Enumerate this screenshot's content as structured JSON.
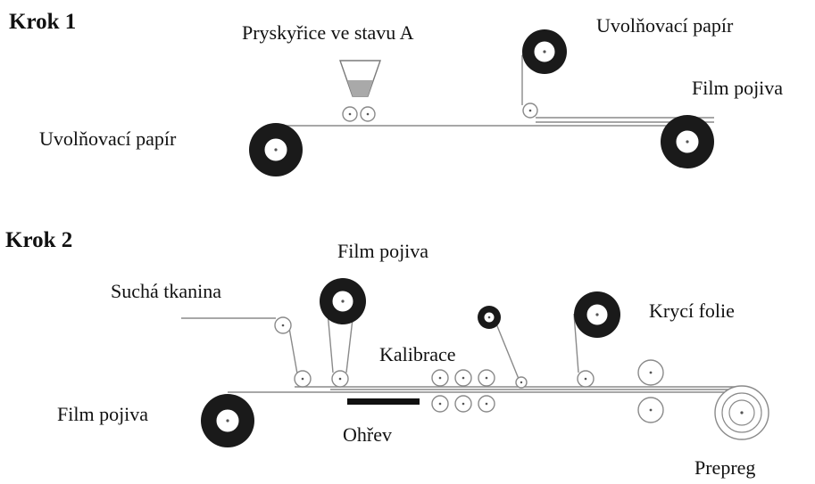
{
  "step1": {
    "title": "Krok 1",
    "resin_label": "Pryskyřice ve stavu A",
    "release_paper_top_label": "Uvolňovací papír",
    "binder_film_label": "Film pojiva",
    "release_paper_bottom_label": "Uvolňovací papír"
  },
  "step2": {
    "title": "Krok 2",
    "binder_film_top_label": "Film pojiva",
    "dry_fabric_label": "Suchá tkanina",
    "cover_foil_label": "Krycí folie",
    "calibration_label": "Kalibrace",
    "binder_film_left_label": "Film pojiva",
    "heating_label": "Ohřev",
    "prepreg_label": "Prepreg"
  },
  "colors": {
    "ink": "#1a1a1a",
    "web_line": "#8a8a8a",
    "resin_fill": "#a9a9a9"
  }
}
